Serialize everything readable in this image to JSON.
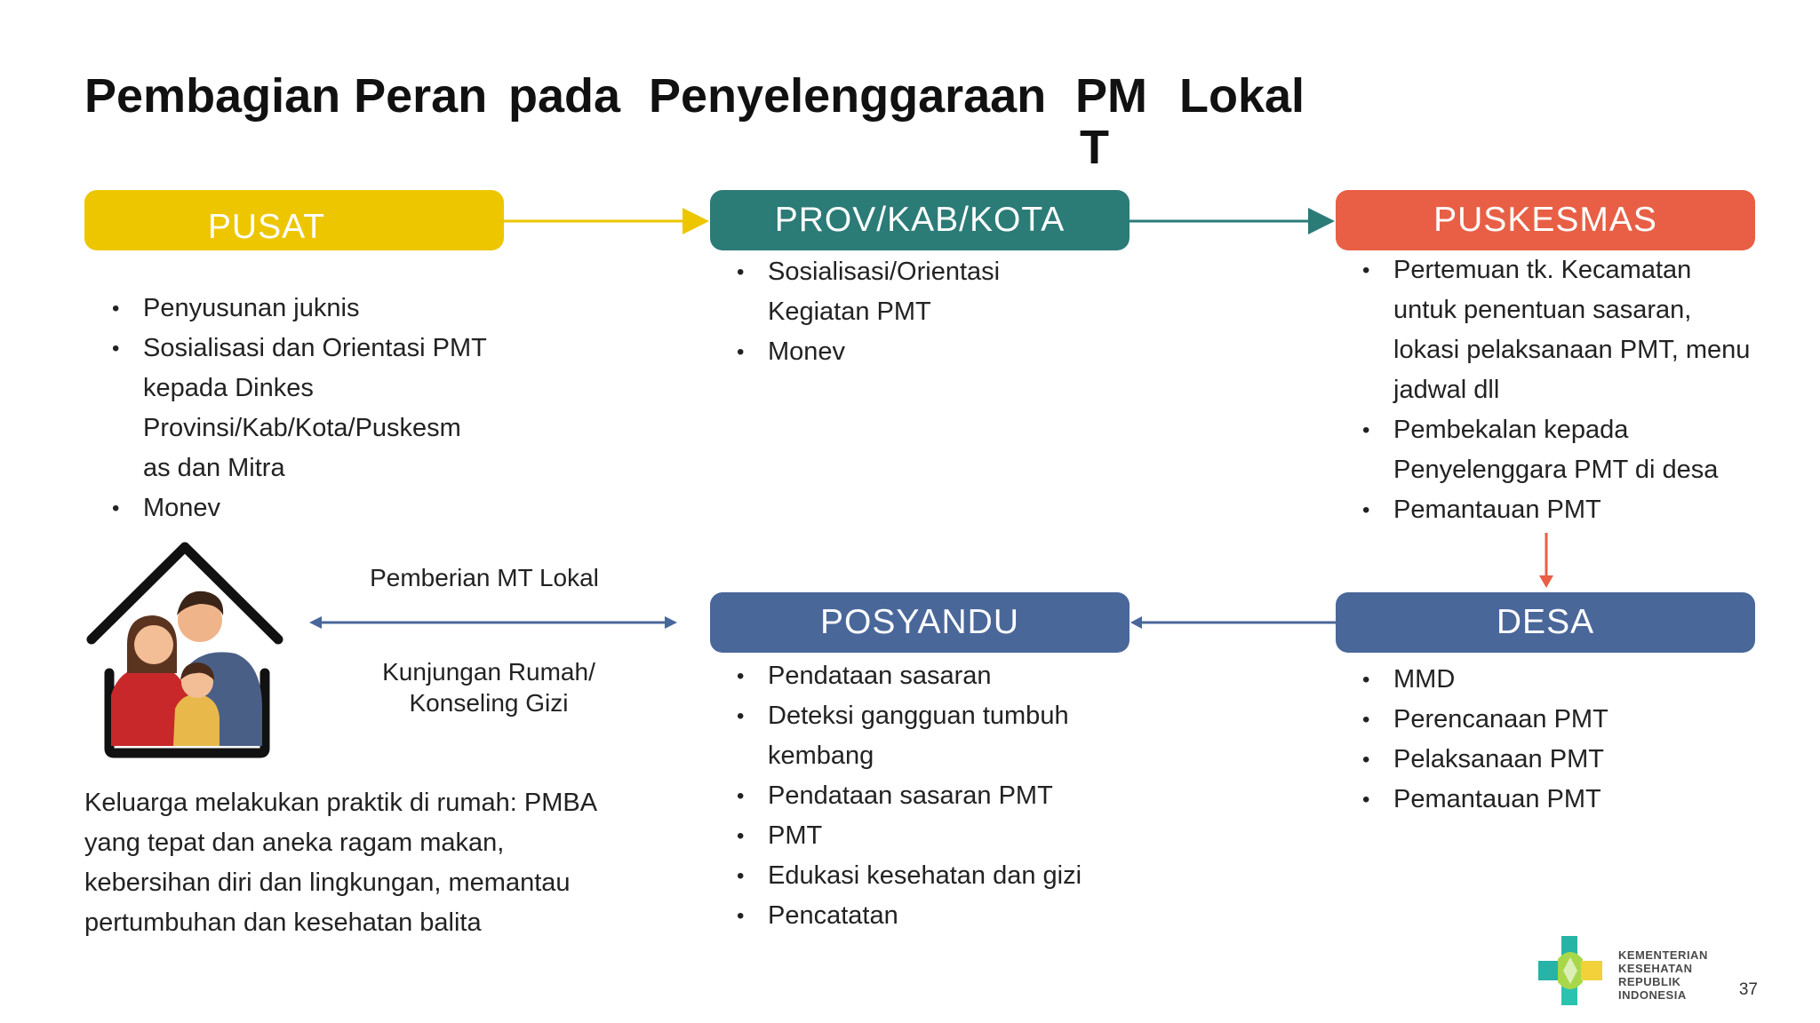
{
  "title": {
    "words": [
      "Pembagian Peran",
      "pada",
      "Penyelenggaraan",
      "PM",
      "Lokal"
    ],
    "wrap_char": "T"
  },
  "boxes": {
    "pusat": "PUSAT",
    "prov": "PROV/KAB/KOTA",
    "puskesmas": "PUSKESMAS",
    "posyandu": "POSYANDU",
    "desa": "DESA"
  },
  "pusat_list": [
    "Penyusunan juknis",
    "Sosialisasi dan Orientasi PMT kepada Dinkes Provinsi/Kab/Kota/Puskesm as dan Mitra",
    "Monev"
  ],
  "prov_list": [
    "Sosialisasi/Orientasi Kegiatan PMT",
    "Monev"
  ],
  "puskesmas_list": [
    "Pertemuan tk. Kecamatan untuk penentuan sasaran, lokasi pelaksanaan PMT, menu jadwal dll",
    "Pembekalan kepada Penyelenggara PMT di desa",
    "Pemantauan PMT"
  ],
  "posyandu_list": [
    "Pendataan sasaran",
    "Deteksi gangguan tumbuh kembang",
    "Pendataan sasaran PMT",
    "PMT",
    "Edukasi kesehatan dan gizi",
    "Pencatatan"
  ],
  "desa_list": [
    "MMD",
    "Perencanaan PMT",
    "Pelaksanaan PMT",
    "Pemantauan PMT"
  ],
  "arrow_labels": {
    "top": "Pemberian MT Lokal",
    "bottom_line1": "Kunjungan Rumah/",
    "bottom_line2": "Konseling Gizi"
  },
  "family_text": "Keluarga melakukan praktik di rumah: PMBA yang tepat dan aneka ragam makan, kebersihan diri dan lingkungan, memantau pertumbuhan dan kesehatan balita",
  "logo": {
    "line1": "KEMENTERIAN",
    "line2": "KESEHATAN",
    "line3": "REPUBLIK",
    "line4": "INDONESIA"
  },
  "page_number": "37",
  "colors": {
    "pusat": "#edc600",
    "prov": "#2b7b77",
    "puskesmas": "#e85f45",
    "posyandu": "#4a679a",
    "desa": "#4a679a"
  }
}
